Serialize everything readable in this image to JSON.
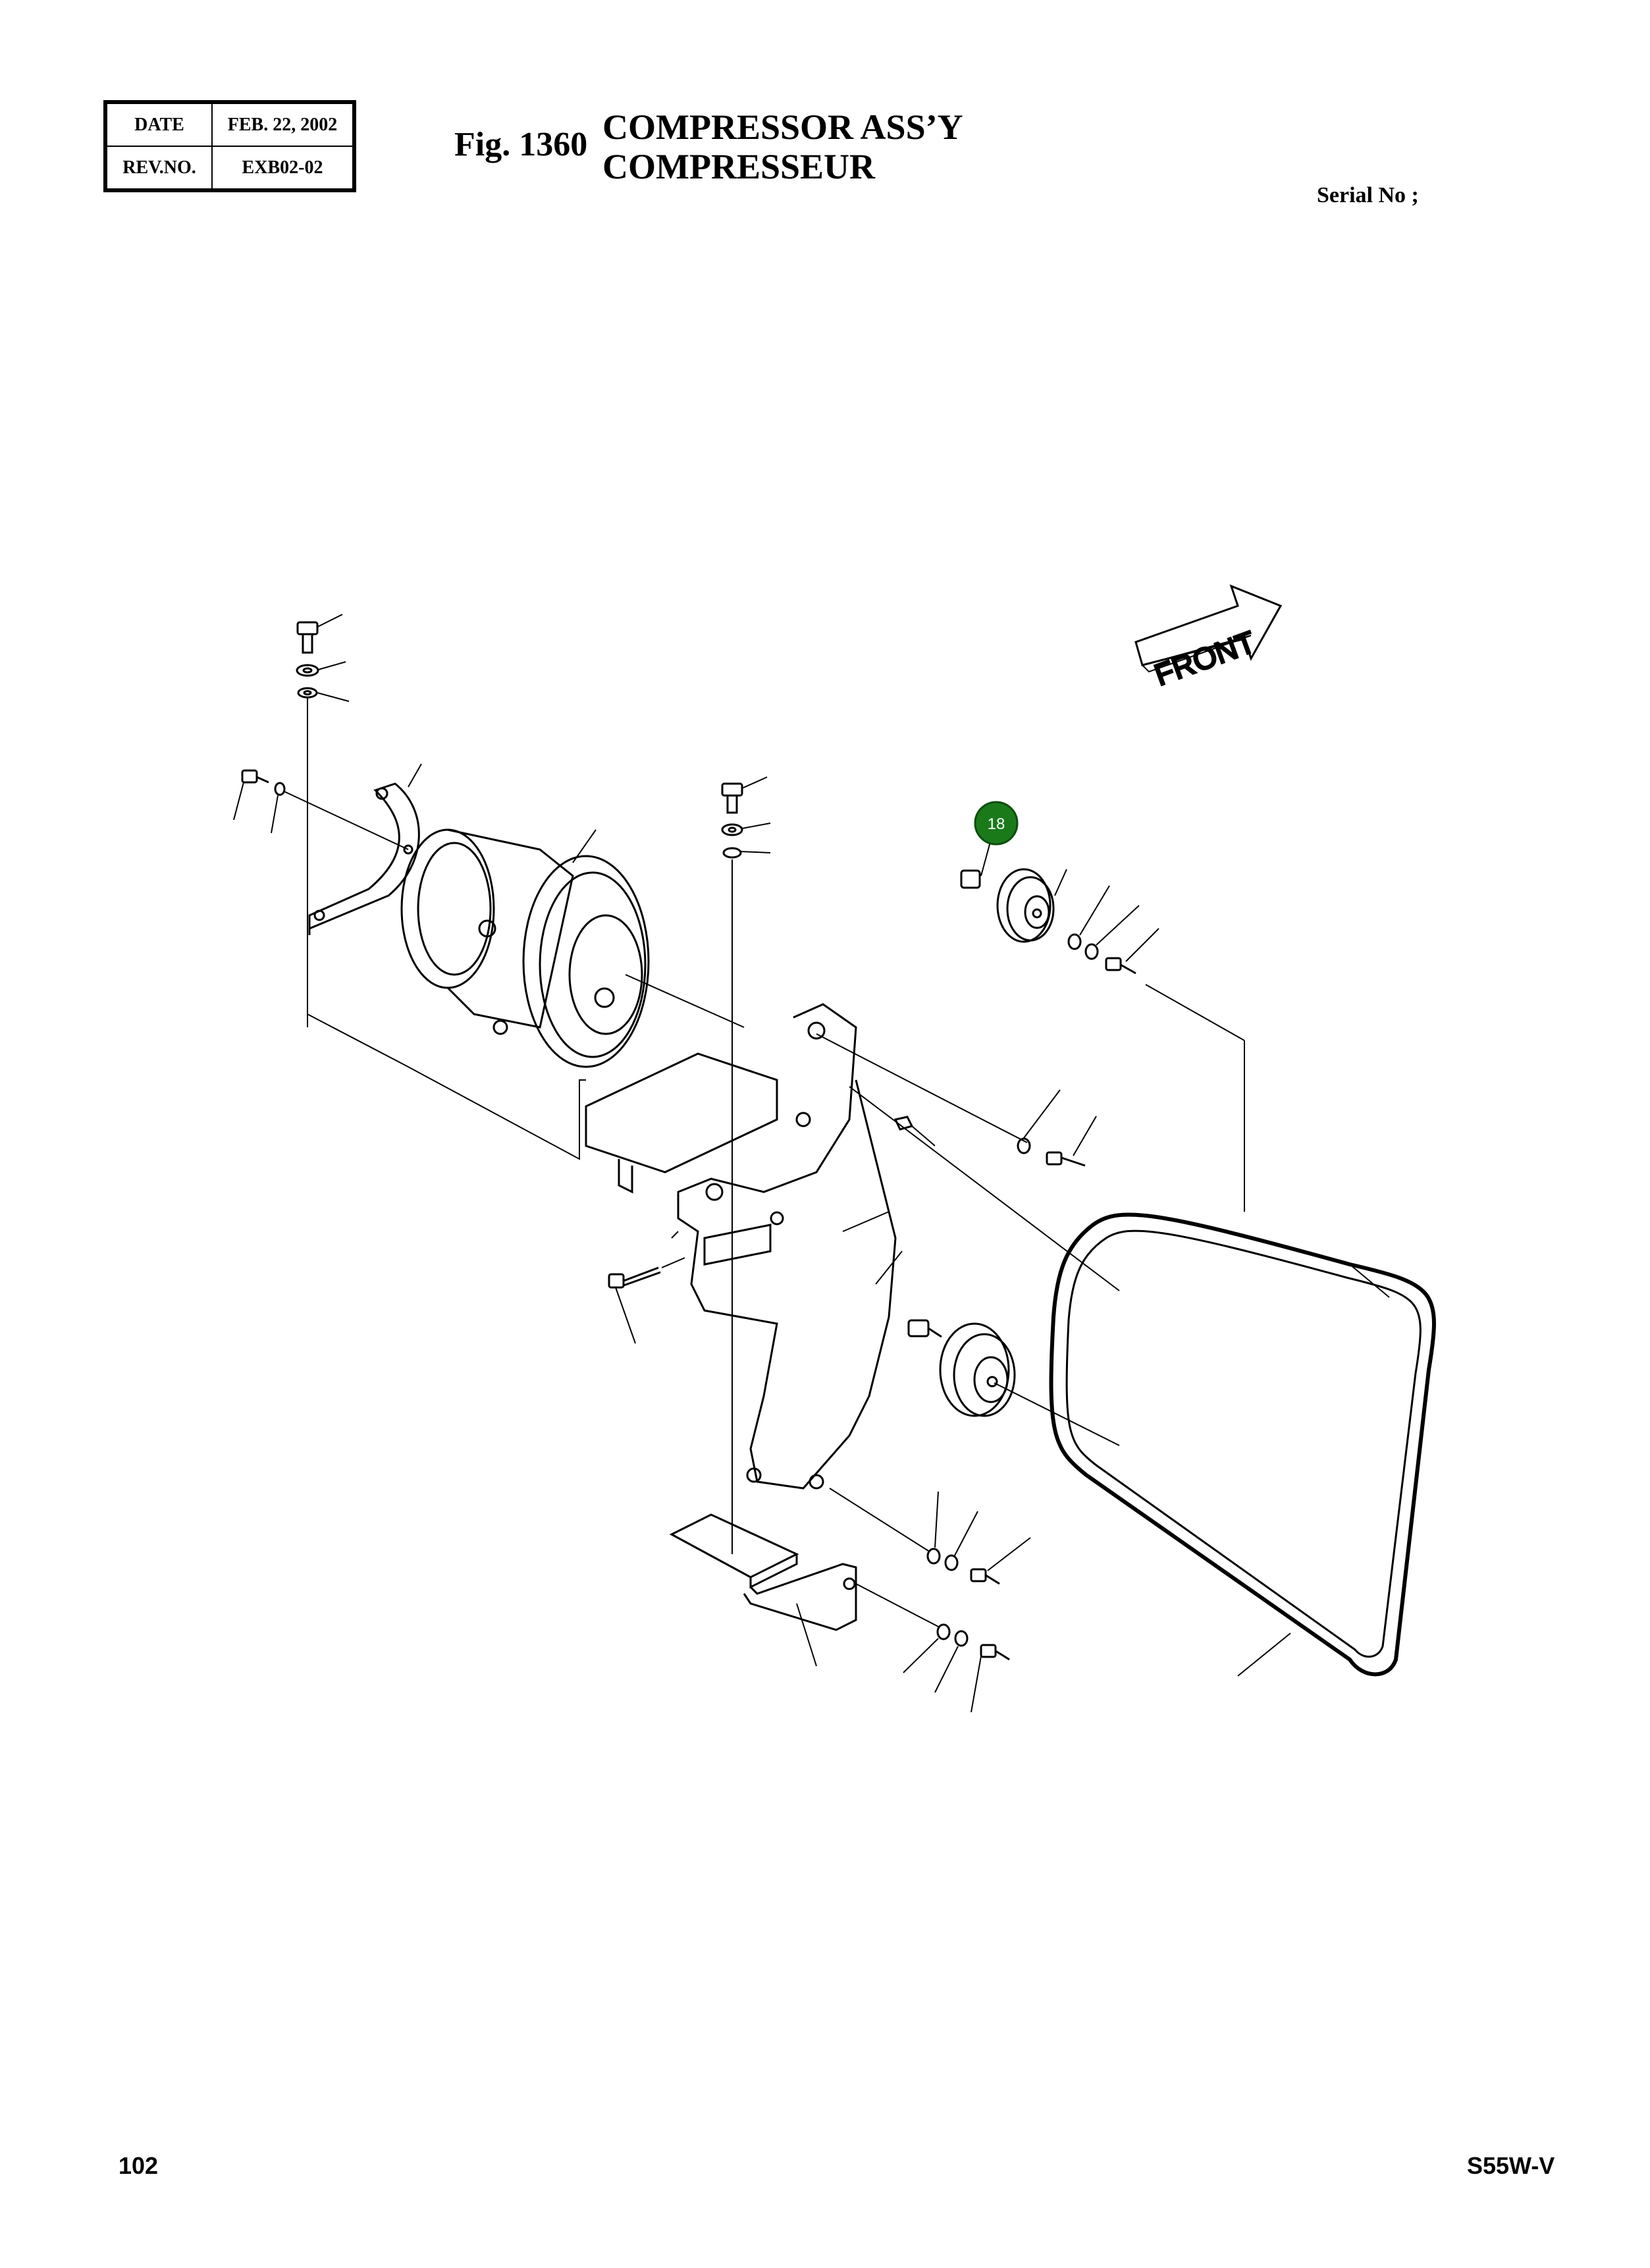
{
  "header": {
    "date_label": "DATE",
    "date_value": "FEB. 22, 2002",
    "rev_label": "REV.NO.",
    "rev_value": "EXB02-02",
    "figure_number": "Fig. 1360",
    "title_en": "COMPRESSOR ASS’Y",
    "title_fr": "COMPRESSEUR",
    "serial_label": "Serial No ;"
  },
  "drawing": {
    "direction_label": "FRONT",
    "callout_number": "18",
    "callout_color": "#1a7a1a"
  },
  "footer": {
    "page_number": "102",
    "model": "S55W-V"
  }
}
